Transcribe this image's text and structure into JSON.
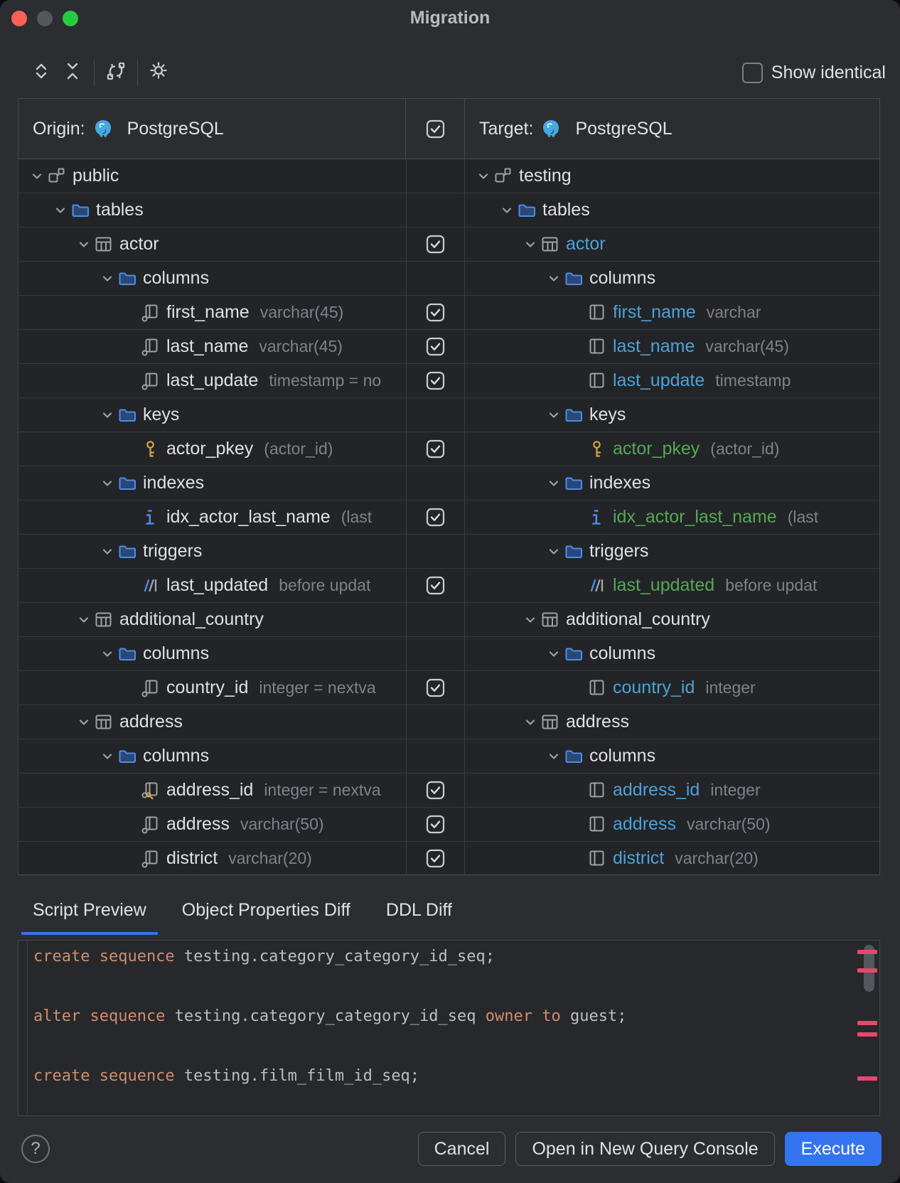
{
  "window": {
    "title": "Migration"
  },
  "toolbar": {
    "icons": [
      "expand-all",
      "collapse-all",
      "swap-sources",
      "settings"
    ],
    "show_identical_label": "Show identical",
    "show_identical_checked": false
  },
  "diff": {
    "origin_label": "Origin:",
    "origin_db": "PostgreSQL",
    "target_label": "Target:",
    "target_db": "PostgreSQL",
    "header_checked": true,
    "rows": [
      {
        "left": {
          "level": 0,
          "chevron": true,
          "icon": "schema",
          "name": "public",
          "type": ""
        },
        "checked": null,
        "right": {
          "level": 0,
          "chevron": true,
          "icon": "schema",
          "name": "testing",
          "color": "white",
          "type": ""
        }
      },
      {
        "left": {
          "level": 1,
          "chevron": true,
          "icon": "folder",
          "name": "tables",
          "type": ""
        },
        "checked": null,
        "right": {
          "level": 1,
          "chevron": true,
          "icon": "folder",
          "name": "tables",
          "color": "white",
          "type": ""
        }
      },
      {
        "left": {
          "level": 2,
          "chevron": true,
          "icon": "table",
          "name": "actor",
          "type": ""
        },
        "checked": true,
        "right": {
          "level": 2,
          "chevron": true,
          "icon": "table",
          "name": "actor",
          "color": "blue",
          "type": ""
        }
      },
      {
        "left": {
          "level": 3,
          "chevron": true,
          "icon": "folder",
          "name": "columns",
          "type": ""
        },
        "checked": null,
        "right": {
          "level": 3,
          "chevron": true,
          "icon": "folder",
          "name": "columns",
          "color": "white",
          "type": ""
        }
      },
      {
        "left": {
          "level": 4,
          "chevron": false,
          "icon": "column",
          "name": "first_name",
          "type": "varchar(45)"
        },
        "checked": true,
        "right": {
          "level": 4,
          "chevron": false,
          "icon": "column-r",
          "name": "first_name",
          "color": "blue",
          "type": "varchar"
        }
      },
      {
        "left": {
          "level": 4,
          "chevron": false,
          "icon": "column",
          "name": "last_name",
          "type": "varchar(45)"
        },
        "checked": true,
        "right": {
          "level": 4,
          "chevron": false,
          "icon": "column-r",
          "name": "last_name",
          "color": "blue",
          "type": "varchar(45)"
        }
      },
      {
        "left": {
          "level": 4,
          "chevron": false,
          "icon": "column",
          "name": "last_update",
          "type": "timestamp = no"
        },
        "checked": true,
        "right": {
          "level": 4,
          "chevron": false,
          "icon": "column-r",
          "name": "last_update",
          "color": "blue",
          "type": "timestamp"
        }
      },
      {
        "left": {
          "level": 3,
          "chevron": true,
          "icon": "folder",
          "name": "keys",
          "type": ""
        },
        "checked": null,
        "right": {
          "level": 3,
          "chevron": true,
          "icon": "folder",
          "name": "keys",
          "color": "white",
          "type": ""
        }
      },
      {
        "left": {
          "level": 4,
          "chevron": false,
          "icon": "key",
          "name": "actor_pkey",
          "type": "(actor_id)"
        },
        "checked": true,
        "right": {
          "level": 4,
          "chevron": false,
          "icon": "key",
          "name": "actor_pkey",
          "color": "green",
          "type": "(actor_id)"
        }
      },
      {
        "left": {
          "level": 3,
          "chevron": true,
          "icon": "folder",
          "name": "indexes",
          "type": ""
        },
        "checked": null,
        "right": {
          "level": 3,
          "chevron": true,
          "icon": "folder",
          "name": "indexes",
          "color": "white",
          "type": ""
        }
      },
      {
        "left": {
          "level": 4,
          "chevron": false,
          "icon": "index",
          "name": "idx_actor_last_name",
          "type": "(last"
        },
        "checked": true,
        "right": {
          "level": 4,
          "chevron": false,
          "icon": "index",
          "name": "idx_actor_last_name",
          "color": "green",
          "type": "(last"
        }
      },
      {
        "left": {
          "level": 3,
          "chevron": true,
          "icon": "folder",
          "name": "triggers",
          "type": ""
        },
        "checked": null,
        "right": {
          "level": 3,
          "chevron": true,
          "icon": "folder",
          "name": "triggers",
          "color": "white",
          "type": ""
        }
      },
      {
        "left": {
          "level": 4,
          "chevron": false,
          "icon": "trigger",
          "name": "last_updated",
          "type": "before updat"
        },
        "checked": true,
        "right": {
          "level": 4,
          "chevron": false,
          "icon": "trigger",
          "name": "last_updated",
          "color": "green",
          "type": "before updat"
        }
      },
      {
        "left": {
          "level": 2,
          "chevron": true,
          "icon": "table",
          "name": "additional_country",
          "type": ""
        },
        "checked": null,
        "right": {
          "level": 2,
          "chevron": true,
          "icon": "table",
          "name": "additional_country",
          "color": "white",
          "type": ""
        }
      },
      {
        "left": {
          "level": 3,
          "chevron": true,
          "icon": "folder",
          "name": "columns",
          "type": ""
        },
        "checked": null,
        "right": {
          "level": 3,
          "chevron": true,
          "icon": "folder",
          "name": "columns",
          "color": "white",
          "type": ""
        }
      },
      {
        "left": {
          "level": 4,
          "chevron": false,
          "icon": "column",
          "name": "country_id",
          "type": "integer = nextva"
        },
        "checked": true,
        "right": {
          "level": 4,
          "chevron": false,
          "icon": "column-r",
          "name": "country_id",
          "color": "blue",
          "type": "integer"
        }
      },
      {
        "left": {
          "level": 2,
          "chevron": true,
          "icon": "table",
          "name": "address",
          "type": ""
        },
        "checked": null,
        "right": {
          "level": 2,
          "chevron": true,
          "icon": "table",
          "name": "address",
          "color": "white",
          "type": ""
        }
      },
      {
        "left": {
          "level": 3,
          "chevron": true,
          "icon": "folder",
          "name": "columns",
          "type": ""
        },
        "checked": null,
        "right": {
          "level": 3,
          "chevron": true,
          "icon": "folder",
          "name": "columns",
          "color": "white",
          "type": ""
        }
      },
      {
        "left": {
          "level": 4,
          "chevron": false,
          "icon": "column-pk",
          "name": "address_id",
          "type": "integer = nextva"
        },
        "checked": true,
        "right": {
          "level": 4,
          "chevron": false,
          "icon": "column-r",
          "name": "address_id",
          "color": "blue",
          "type": "integer"
        }
      },
      {
        "left": {
          "level": 4,
          "chevron": false,
          "icon": "column",
          "name": "address",
          "type": "varchar(50)"
        },
        "checked": true,
        "right": {
          "level": 4,
          "chevron": false,
          "icon": "column-r",
          "name": "address",
          "color": "blue",
          "type": "varchar(50)"
        }
      },
      {
        "left": {
          "level": 4,
          "chevron": false,
          "icon": "column",
          "name": "district",
          "type": "varchar(20)"
        },
        "checked": true,
        "right": {
          "level": 4,
          "chevron": false,
          "icon": "column-r",
          "name": "district",
          "color": "blue",
          "type": "varchar(20)"
        }
      }
    ]
  },
  "tabs": [
    {
      "label": "Script Preview",
      "active": true
    },
    {
      "label": "Object Properties Diff",
      "active": false
    },
    {
      "label": "DDL Diff",
      "active": false
    }
  ],
  "editor": {
    "lines": [
      {
        "tokens": [
          {
            "text": "create sequence ",
            "type": "kw"
          },
          {
            "text": "testing.category_category_id_seq;",
            "type": "plain"
          }
        ]
      },
      {
        "tokens": []
      },
      {
        "tokens": [
          {
            "text": "alter sequence ",
            "type": "kw"
          },
          {
            "text": "testing.category_category_id_seq ",
            "type": "plain"
          },
          {
            "text": "owner to ",
            "type": "kw"
          },
          {
            "text": "guest;",
            "type": "plain"
          }
        ]
      },
      {
        "tokens": []
      },
      {
        "tokens": [
          {
            "text": "create sequence ",
            "type": "kw"
          },
          {
            "text": "testing.film_film_id_seq;",
            "type": "plain"
          }
        ]
      }
    ]
  },
  "footer": {
    "help_label": "?",
    "cancel_label": "Cancel",
    "open_console_label": "Open in New Query Console",
    "execute_label": "Execute"
  },
  "colors": {
    "accent_blue": "#3574F0",
    "modified_blue": "#4DA2D8",
    "added_green": "#55A855",
    "keyword_orange": "#CF8E6D",
    "error_stripe_pink": "#E5486B",
    "key_gold": "#D9A343"
  }
}
